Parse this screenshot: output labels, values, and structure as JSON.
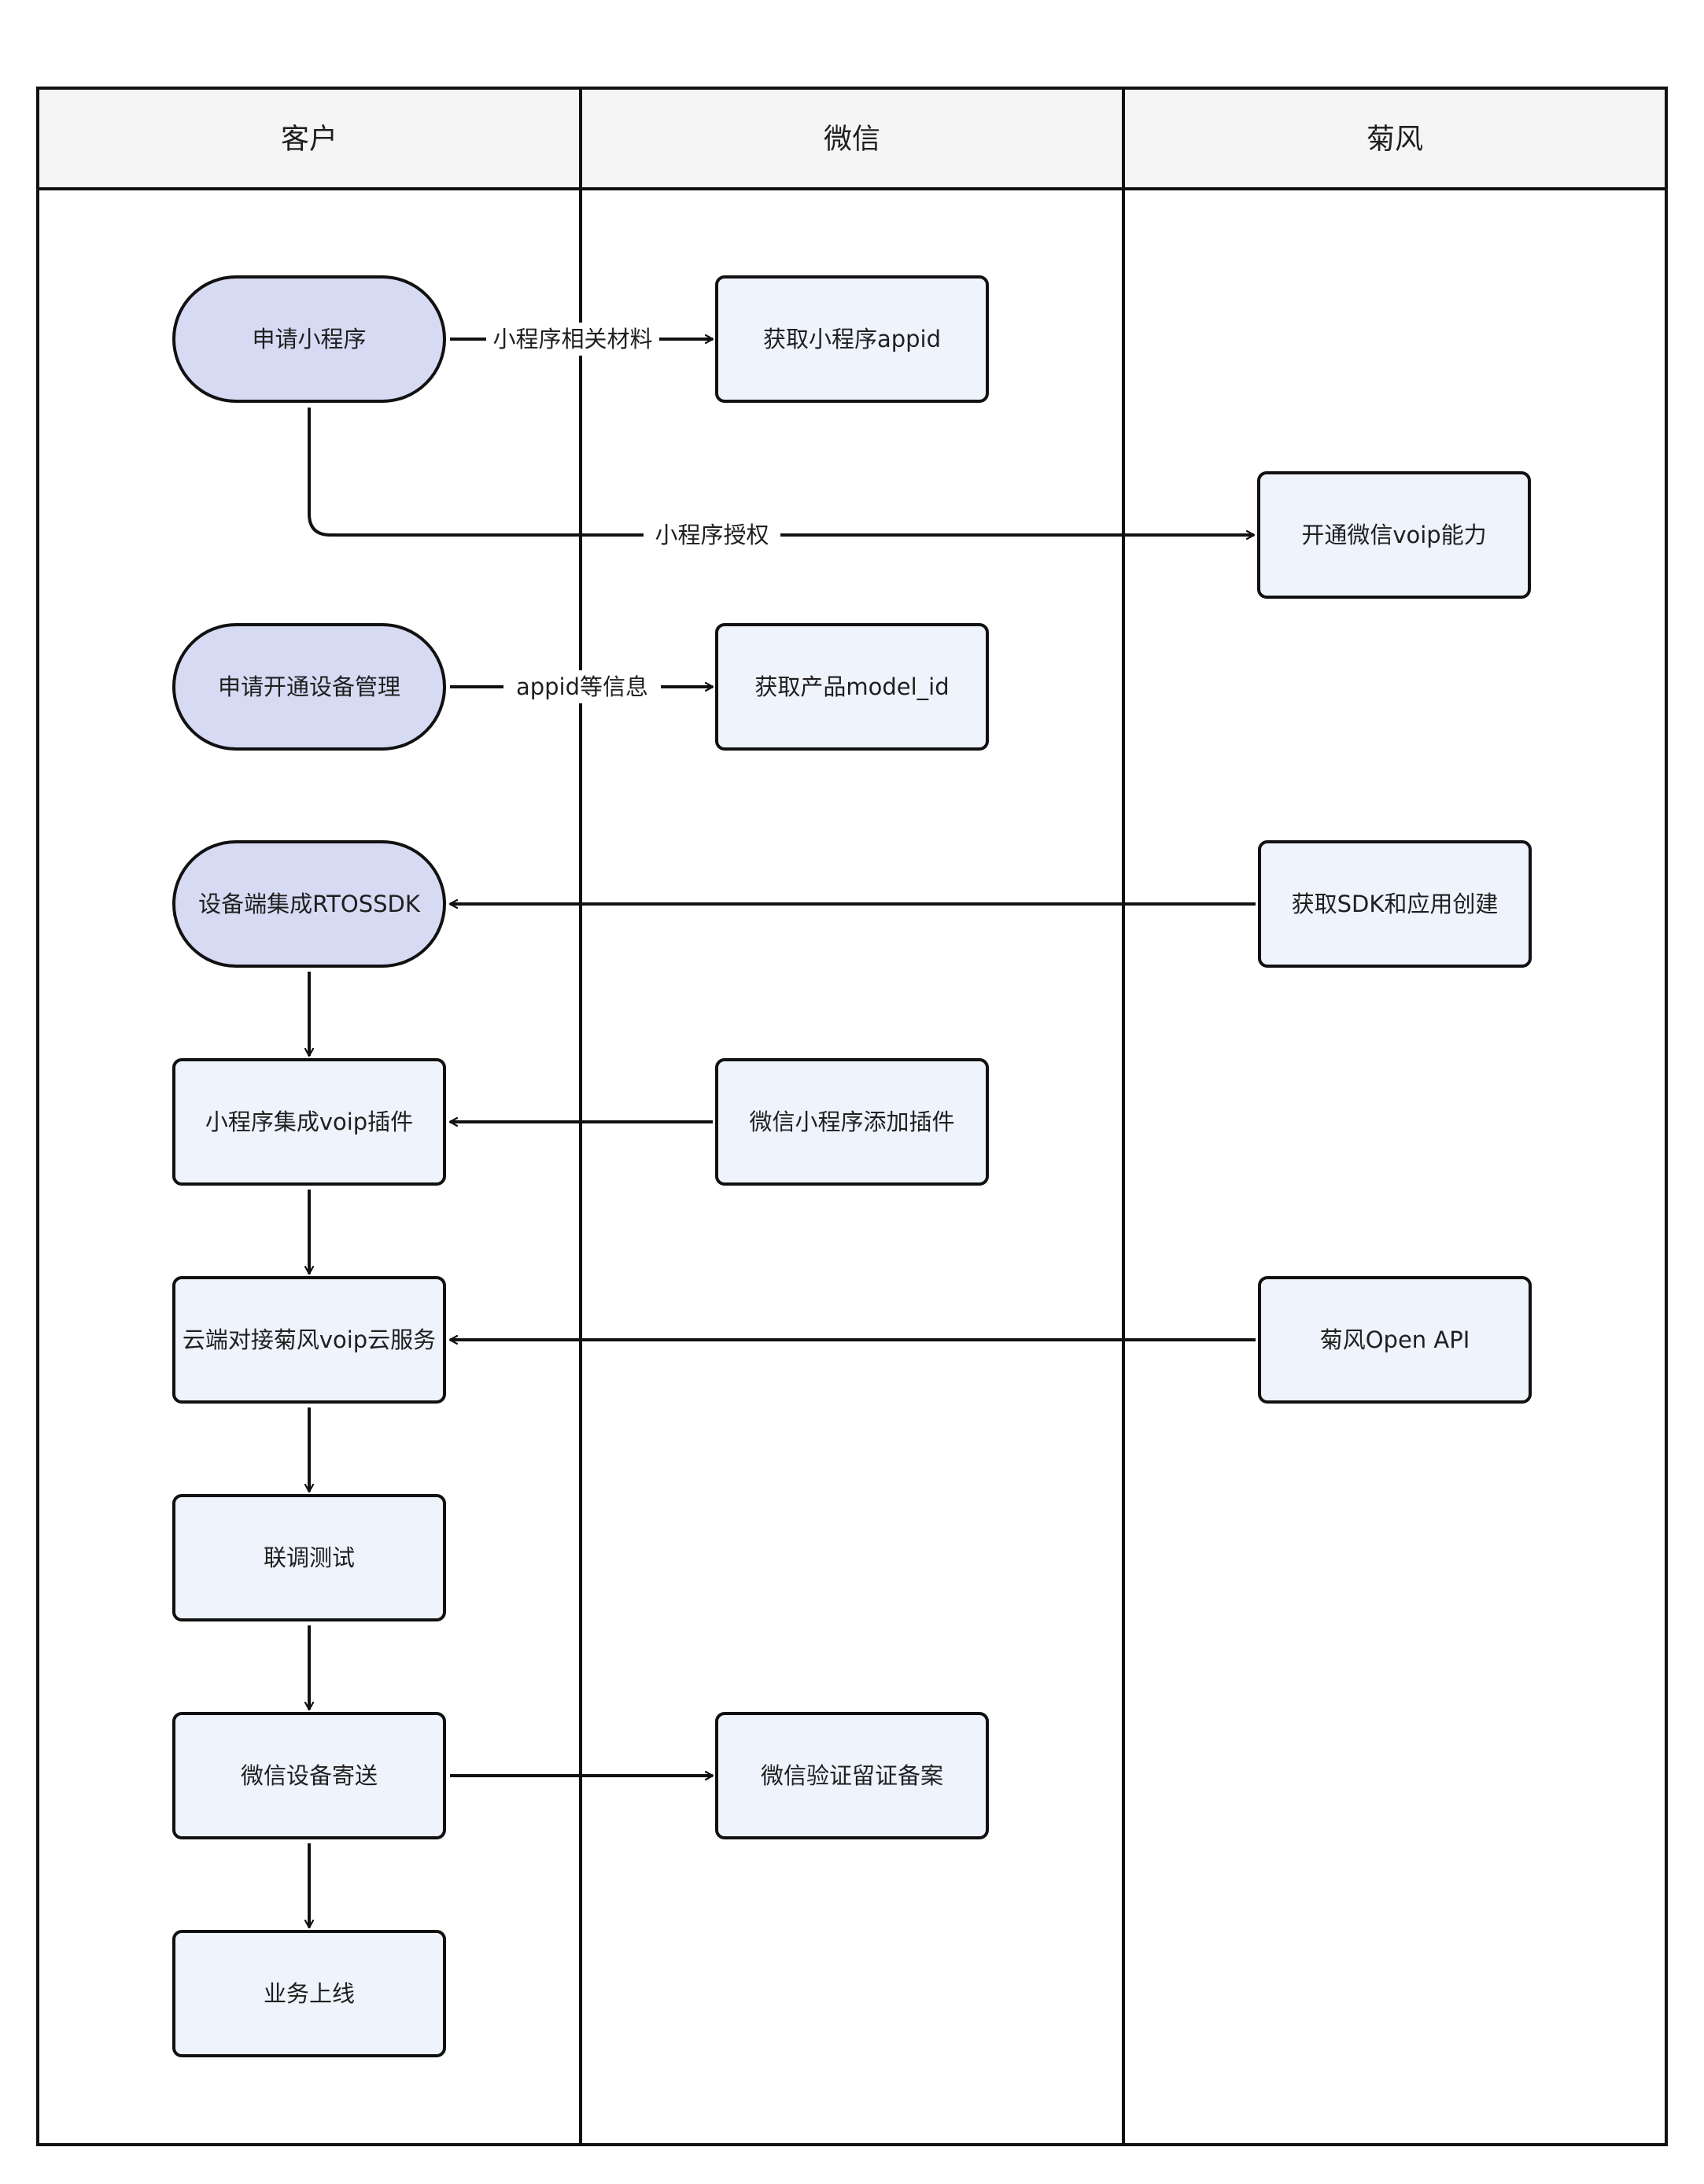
{
  "colors": {
    "terminal_fill": "#d6daf3",
    "process_fill": "#eef3fc",
    "line": "#111111",
    "header_fill": "#f5f5f5"
  },
  "lanes": [
    {
      "id": "customer",
      "title": "客户"
    },
    {
      "id": "wechat",
      "title": "微信"
    },
    {
      "id": "jufeng",
      "title": "菊风"
    }
  ],
  "nodes": [
    {
      "id": "apply_miniprogram",
      "label": "申请小程序",
      "shape": "terminal",
      "lane": "customer"
    },
    {
      "id": "get_appid",
      "label": "获取小程序appid",
      "shape": "process",
      "lane": "wechat"
    },
    {
      "id": "enable_voip",
      "label": "开通微信voip能力",
      "shape": "process",
      "lane": "jufeng"
    },
    {
      "id": "apply_device_mgmt",
      "label": "申请开通设备管理",
      "shape": "terminal",
      "lane": "customer"
    },
    {
      "id": "get_model_id",
      "label": "获取产品model_id",
      "shape": "process",
      "lane": "wechat"
    },
    {
      "id": "integrate_rtossdk",
      "label": "设备端集成RTOSSDK",
      "shape": "terminal",
      "lane": "customer"
    },
    {
      "id": "get_sdk",
      "label": "获取SDK和应用创建",
      "shape": "process",
      "lane": "jufeng"
    },
    {
      "id": "integrate_plugin",
      "label": "小程序集成voip插件",
      "shape": "process",
      "lane": "customer"
    },
    {
      "id": "add_plugin",
      "label": "微信小程序添加插件",
      "shape": "process",
      "lane": "wechat"
    },
    {
      "id": "cloud_integration",
      "label": "云端对接菊风voip云服务",
      "shape": "process",
      "lane": "customer"
    },
    {
      "id": "open_api",
      "label": "菊风Open API",
      "shape": "process",
      "lane": "jufeng"
    },
    {
      "id": "joint_test",
      "label": "联调测试",
      "shape": "process",
      "lane": "customer"
    },
    {
      "id": "ship_device",
      "label": "微信设备寄送",
      "shape": "process",
      "lane": "customer"
    },
    {
      "id": "verify_record",
      "label": "微信验证留证备案",
      "shape": "process",
      "lane": "wechat"
    },
    {
      "id": "go_live",
      "label": "业务上线",
      "shape": "process",
      "lane": "customer"
    }
  ],
  "edges": [
    {
      "from": "apply_miniprogram",
      "to": "get_appid",
      "label": "小程序相关材料"
    },
    {
      "from": "apply_miniprogram",
      "to": "enable_voip",
      "label": "小程序授权"
    },
    {
      "from": "apply_device_mgmt",
      "to": "get_model_id",
      "label": "appid等信息"
    },
    {
      "from": "get_sdk",
      "to": "integrate_rtossdk",
      "label": ""
    },
    {
      "from": "integrate_rtossdk",
      "to": "integrate_plugin",
      "label": ""
    },
    {
      "from": "add_plugin",
      "to": "integrate_plugin",
      "label": ""
    },
    {
      "from": "integrate_plugin",
      "to": "cloud_integration",
      "label": ""
    },
    {
      "from": "open_api",
      "to": "cloud_integration",
      "label": ""
    },
    {
      "from": "cloud_integration",
      "to": "joint_test",
      "label": ""
    },
    {
      "from": "joint_test",
      "to": "ship_device",
      "label": ""
    },
    {
      "from": "ship_device",
      "to": "verify_record",
      "label": ""
    },
    {
      "from": "ship_device",
      "to": "go_live",
      "label": ""
    }
  ]
}
